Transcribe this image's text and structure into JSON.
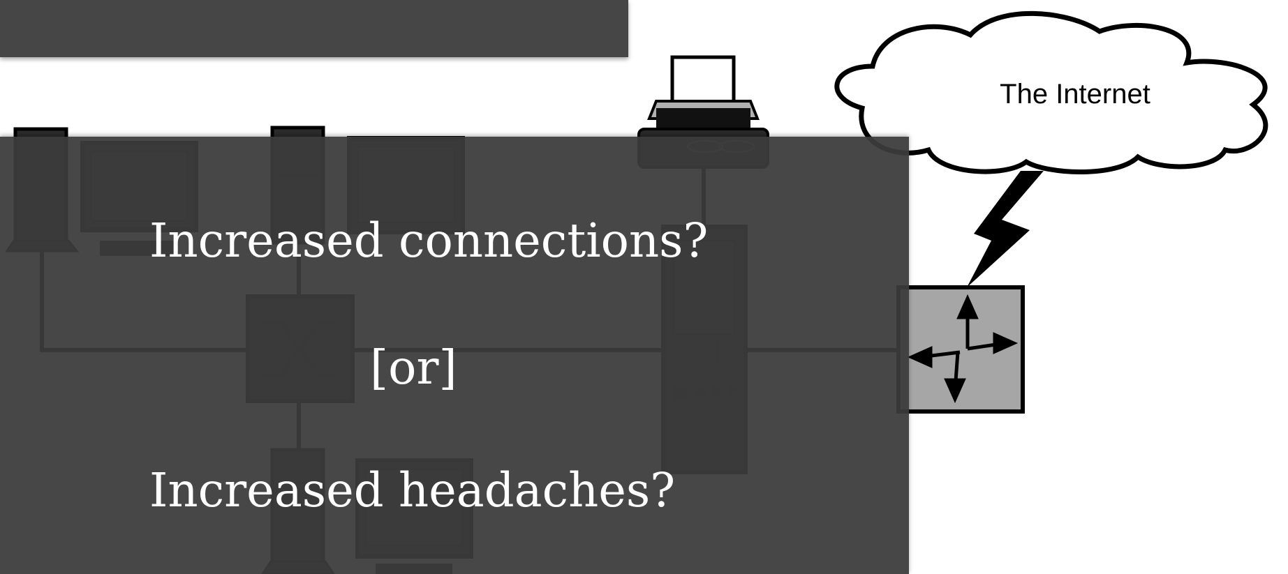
{
  "diagram": {
    "cloud_label": "The Internet",
    "nodes": [
      "workstation-1",
      "workstation-2",
      "workstation-3",
      "network-switch",
      "printer",
      "server-tower",
      "router"
    ]
  },
  "overlay": {
    "line1": "Increased connections?",
    "line2": "[or]",
    "line3": "Increased headaches?"
  },
  "colors": {
    "panel": "#3c3c3c",
    "banner": "#464646",
    "text": "#ffffff",
    "device_dark": "#2a2a2a",
    "device_light": "#a0a0a0"
  }
}
